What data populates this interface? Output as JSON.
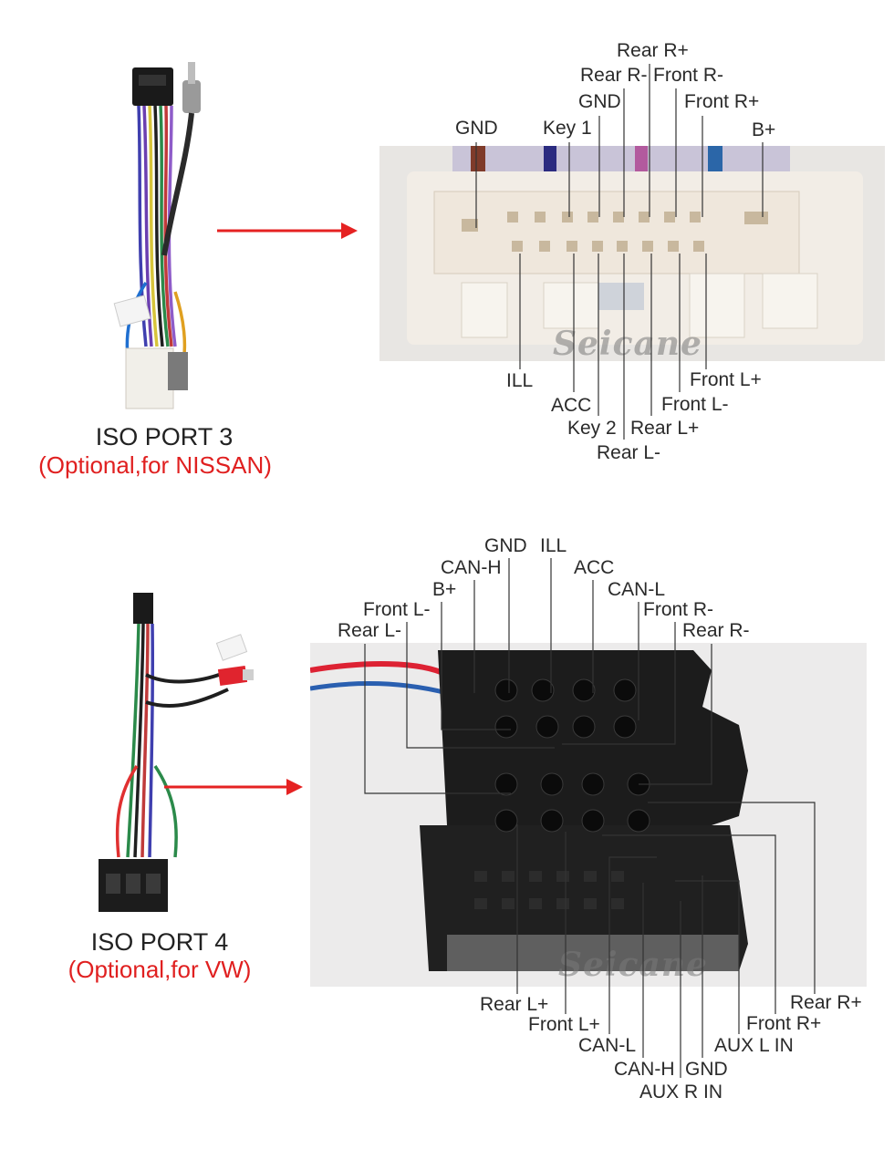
{
  "section1": {
    "title": "ISO PORT 3",
    "subtitle": "(Optional,for NISSAN)",
    "watermark": "Seicane",
    "labels_top": {
      "rear_r_plus": "Rear R+",
      "rear_r_minus": "Rear R-",
      "front_r_minus": "Front R-",
      "gnd2": "GND",
      "front_r_plus": "Front R+",
      "gnd": "GND",
      "key1": "Key 1",
      "b_plus": "B+"
    },
    "labels_bottom": {
      "ill": "ILL",
      "front_l_plus": "Front L+",
      "acc": "ACC",
      "front_l_minus": "Front L-",
      "key2": "Key 2",
      "rear_l_plus": "Rear L+",
      "rear_l_minus": "Rear L-"
    }
  },
  "section2": {
    "title": "ISO PORT 4",
    "subtitle": "(Optional,for VW)",
    "watermark": "Seicane",
    "labels_top": {
      "gnd": "GND",
      "ill": "ILL",
      "can_h": "CAN-H",
      "acc": "ACC",
      "b_plus": "B+",
      "can_l": "CAN-L",
      "front_l_minus": "Front L-",
      "front_r_minus": "Front R-",
      "rear_l_minus": "Rear L-",
      "rear_r_minus": "Rear R-"
    },
    "labels_bottom": {
      "rear_r_plus": "Rear R+",
      "rear_l_plus": "Rear L+",
      "front_r_plus": "Front R+",
      "front_l_plus": "Front L+",
      "can_l": "CAN-L",
      "aux_l_in": "AUX L IN",
      "can_h": "CAN-H",
      "gnd": "GND",
      "aux_r_in": "AUX R IN"
    }
  },
  "colors": {
    "arrow": "#e52222",
    "subtitle": "#e02020",
    "leader": "#333333",
    "connector_white": "#f2ede6",
    "connector_black": "#1c1c1c"
  }
}
